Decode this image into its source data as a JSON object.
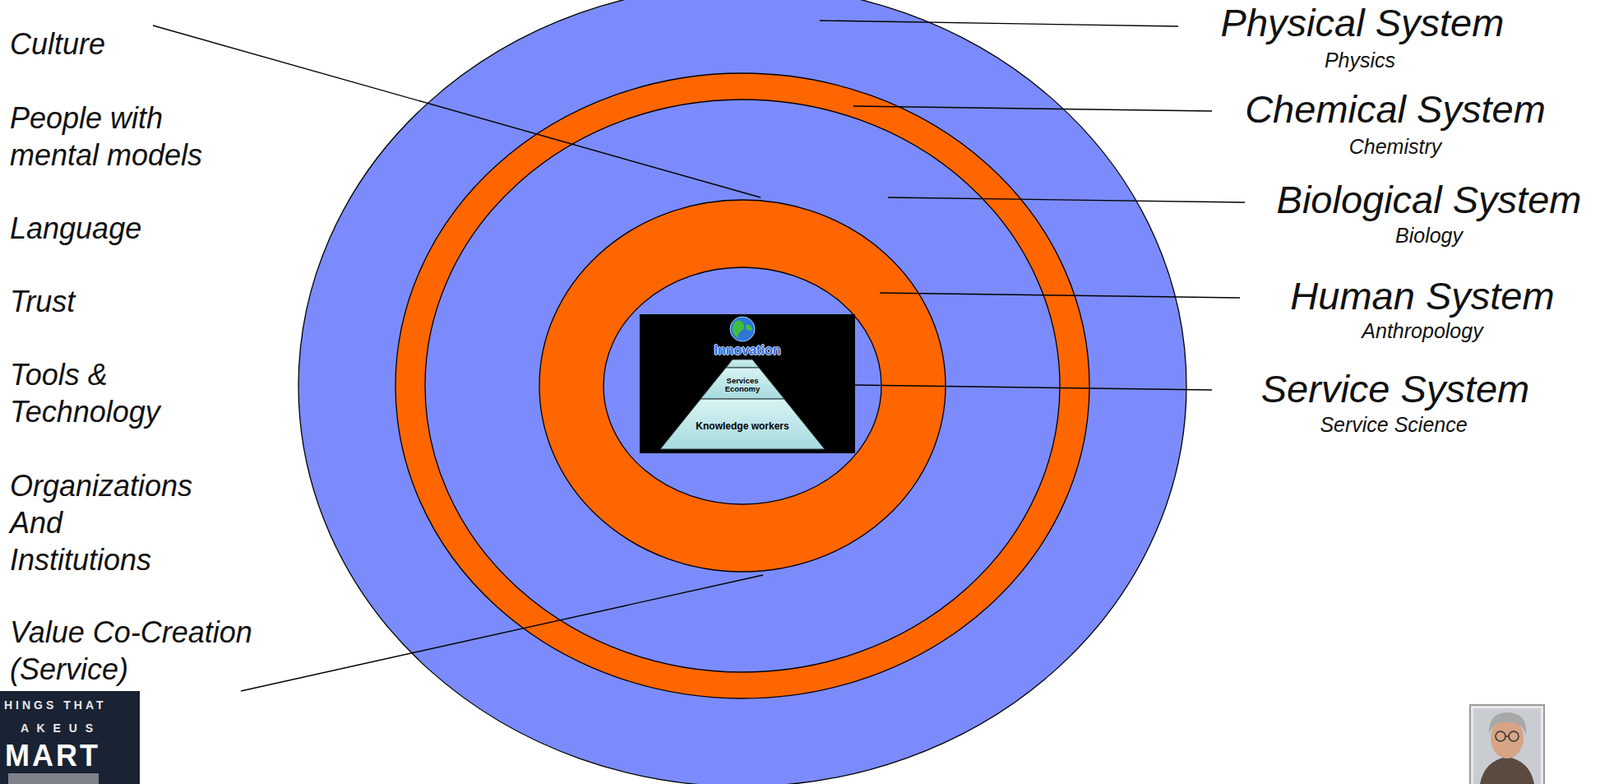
{
  "diagram": {
    "nodes": [
      {
        "text": [
          "Innovation"
        ]
      },
      {
        "text": [
          "Services Economy"
        ],
        "in": 0
      },
      {
        "text": [
          "Knowledge workers"
        ],
        "in": 0
      }
    ],
    "labels": [
      "Culture",
      "People with mental models",
      "Language",
      "Trust",
      "Tools & Technology",
      "Organizations And Institutions",
      "Value Co-Creation (Service)",
      "Physical System",
      "Physics",
      "Chemical System",
      "Chemistry",
      "Biological System",
      "Biology",
      "Human System",
      "Anthropology",
      "Service System",
      "Service Science",
      "HINGS THAT",
      "A K E U S",
      "MART"
    ]
  }
}
